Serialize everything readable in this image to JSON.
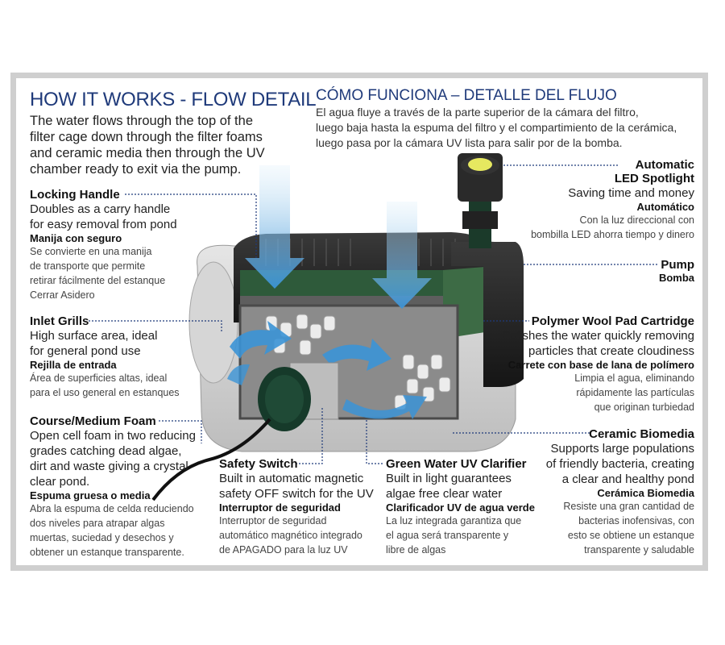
{
  "title_en": "HOW IT WORKS - FLOW DETAIL",
  "intro_en": [
    "The water flows through the top of the",
    "filter cage down through the filter foams",
    "and ceramic media then through the UV",
    "chamber ready to exit via the pump."
  ],
  "title_es": "CÓMO FUNCIONA – DETALLE DEL FLUJO",
  "intro_es": [
    "El agua fluye a través de la parte superior de la cámara del filtro,",
    "luego baja hasta la espuma del filtro y el compartimiento de la cerámica,",
    "luego pasa por la cámara UV lista para salir por de la bomba."
  ],
  "callouts": {
    "locking_handle": {
      "label": "Locking Handle",
      "desc": [
        "Doubles as a carry handle",
        "for easy removal from pond"
      ],
      "label_es": "Manija con seguro",
      "desc_es": [
        "Se convierte en una manija",
        "de transporte que permite",
        "retirar fácilmente del estanque",
        "Cerrar Asidero"
      ]
    },
    "inlet_grills": {
      "label": "Inlet Grills",
      "desc": [
        "High surface area, ideal",
        "for general pond use"
      ],
      "label_es": "Rejilla de entrada",
      "desc_es": [
        "Área de superficies altas, ideal",
        "para el uso general en estanques"
      ]
    },
    "foam": {
      "label": "Course/Medium Foam",
      "desc": [
        "Open cell foam in two reducing",
        "grades catching dead algae,",
        "dirt and waste giving a crystal",
        "clear pond."
      ],
      "label_es": "Espuma gruesa o media",
      "desc_es": [
        "Abra la espuma de celda reduciendo",
        "dos niveles para atrapar algas",
        "muertas, suciedad y desechos y",
        "obtener un estanque transparente."
      ]
    },
    "safety_switch": {
      "label": "Safety Switch",
      "desc": [
        "Built in automatic magnetic",
        "safety OFF switch for the UV"
      ],
      "label_es": "Interruptor de seguridad",
      "desc_es": [
        "Interruptor de seguridad",
        "automático magnético integrado",
        "de APAGADO para la luz UV"
      ]
    },
    "uv_clarifier": {
      "label": "Green Water UV Clarifier",
      "desc": [
        "Built in light guarantees",
        "algae free clear water"
      ],
      "label_es": "Clarificador UV de agua verde",
      "desc_es": [
        "La luz integrada garantiza que",
        "el agua será transparente y",
        "libre de algas"
      ]
    },
    "spotlight": {
      "label": [
        "Automatic",
        "LED Spotlight"
      ],
      "desc": [
        "Saving time and money"
      ],
      "label_es": "Automático",
      "desc_es": [
        "Con la luz direccional con",
        "bombilla LED ahorra tiempo y dinero"
      ]
    },
    "pump": {
      "label": "Pump",
      "label_es": "Bomba"
    },
    "wool_pad": {
      "label": "Polymer Wool Pad Cartridge",
      "desc": [
        "Polishes the water quickly removing",
        "particles that create cloudiness"
      ],
      "label_es": "Carrete con base de lana de polímero",
      "desc_es": [
        "Limpia el agua, eliminando",
        "rápidamente las partículas",
        "que originan turbiedad"
      ]
    },
    "ceramic": {
      "label": "Ceramic Biomedia",
      "desc": [
        "Supports large populations",
        "of friendly bacteria, creating",
        "a clear and healthy pond"
      ],
      "label_es": "Cerámica Biomedia",
      "desc_es": [
        "Resiste una gran cantidad de",
        "bacterias inofensivas, con",
        "esto se obtiene un estanque",
        "transparente y saludable"
      ]
    }
  },
  "colors": {
    "title_blue": "#1f3a7a",
    "flow_blue": "#4aa3de",
    "foam_green": "#2e5a3a",
    "leader": "#1f3a7a"
  }
}
